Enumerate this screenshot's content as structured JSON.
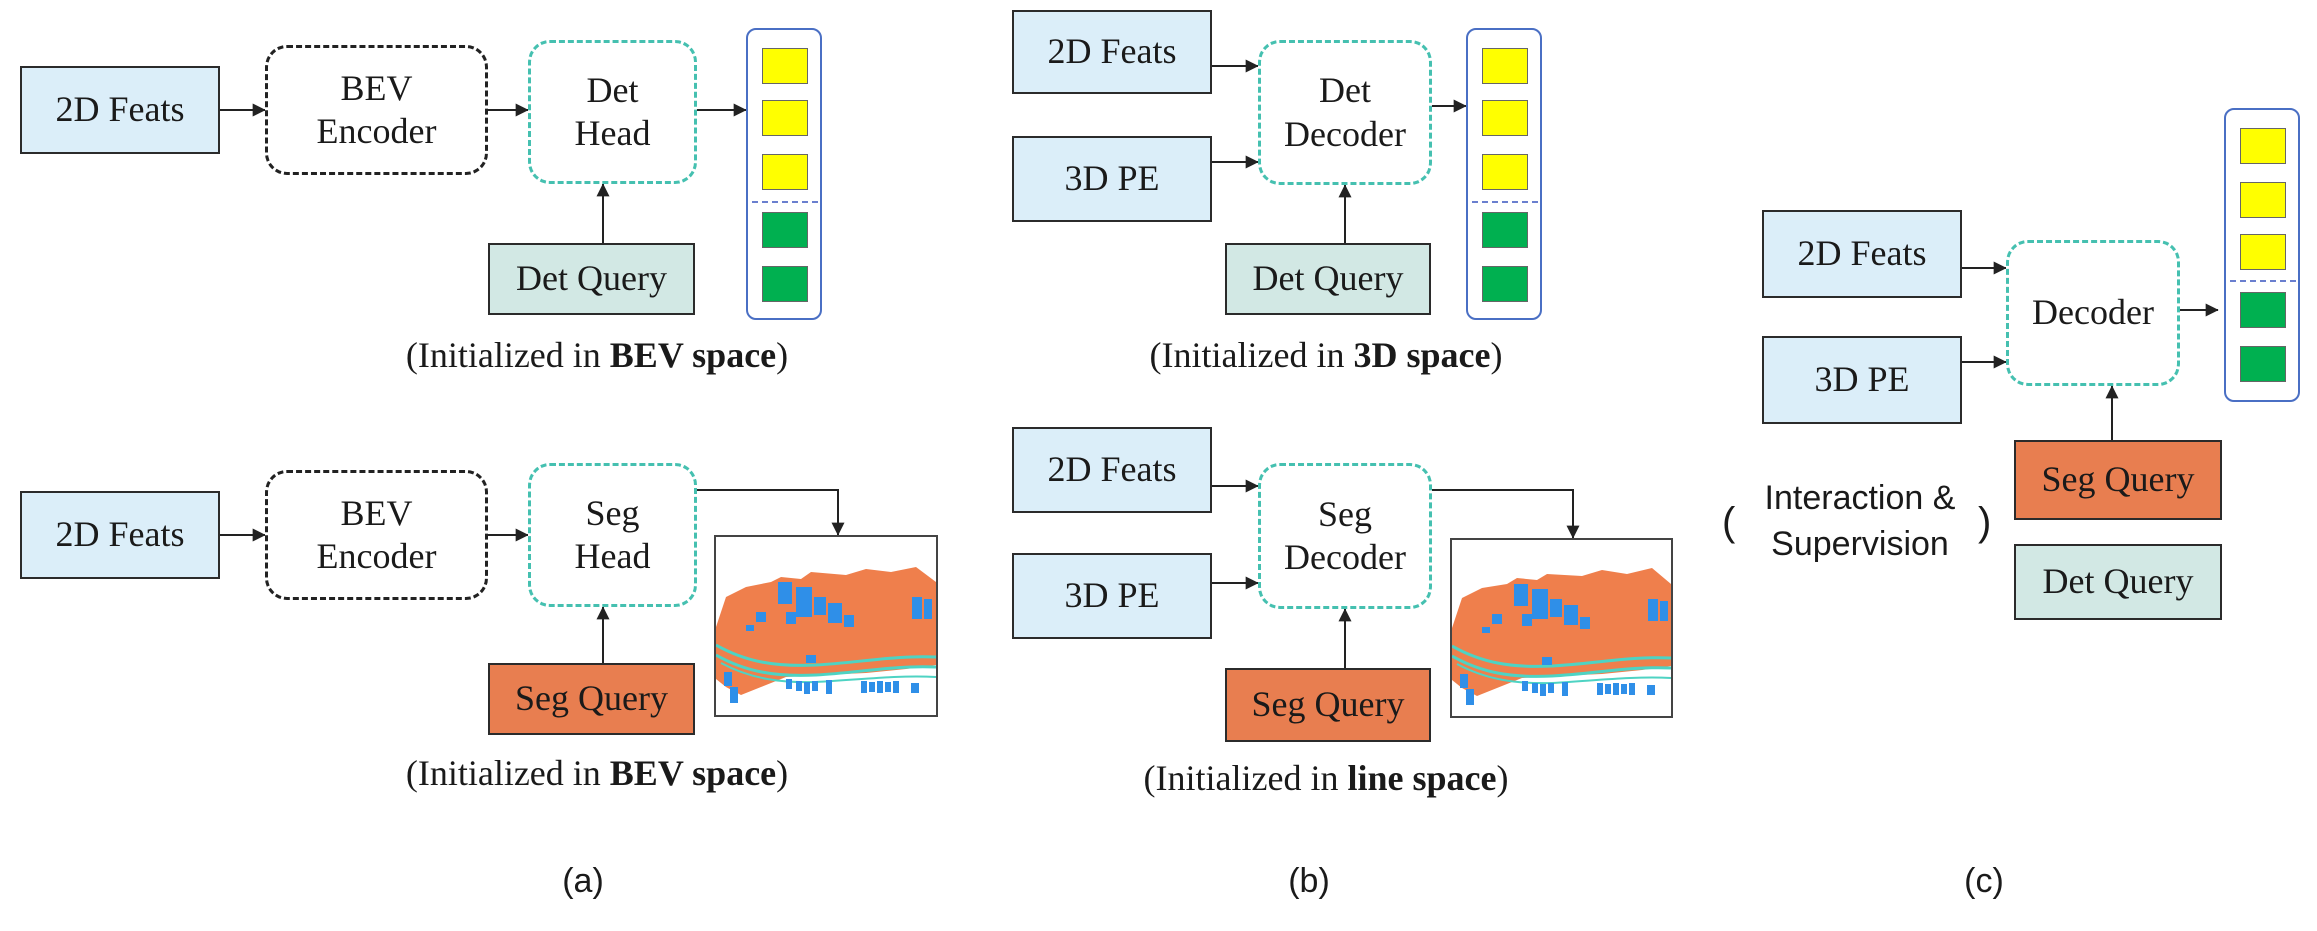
{
  "labels": {
    "feats": "2D Feats",
    "bev_encoder": "BEV\nEncoder",
    "det_head": "Det\nHead",
    "seg_head": "Seg\nHead",
    "det_query": "Det Query",
    "seg_query": "Seg Query",
    "pe": "3D PE",
    "det_decoder": "Det\nDecoder",
    "seg_decoder": "Seg\nDecoder",
    "decoder": "Decoder",
    "interaction": "Interaction &\nSupervision"
  },
  "captions": {
    "prefix": "(Initialized in ",
    "suffix": ")",
    "a_det_bold": "BEV space",
    "a_seg_bold": "BEV space",
    "b_det_bold": "3D space",
    "b_seg_bold": "line space",
    "paren_open": "(",
    "paren_close": ")"
  },
  "panels": {
    "a": "(a)",
    "b": "(b)",
    "c": "(c)"
  },
  "colors": {
    "feat_fill": "#dbeef9",
    "det_query_fill": "#d2e8e4",
    "seg_query_fill": "#e87e50",
    "head_border": "#45c0b0",
    "encoder_border": "#222222",
    "det_output": "#ffff00",
    "seg_output": "#00b050",
    "stack_border": "#4a6fc4",
    "map_road": "#ef7f4c",
    "map_object": "#2f8fe8",
    "map_lane": "#4ed3c3"
  }
}
